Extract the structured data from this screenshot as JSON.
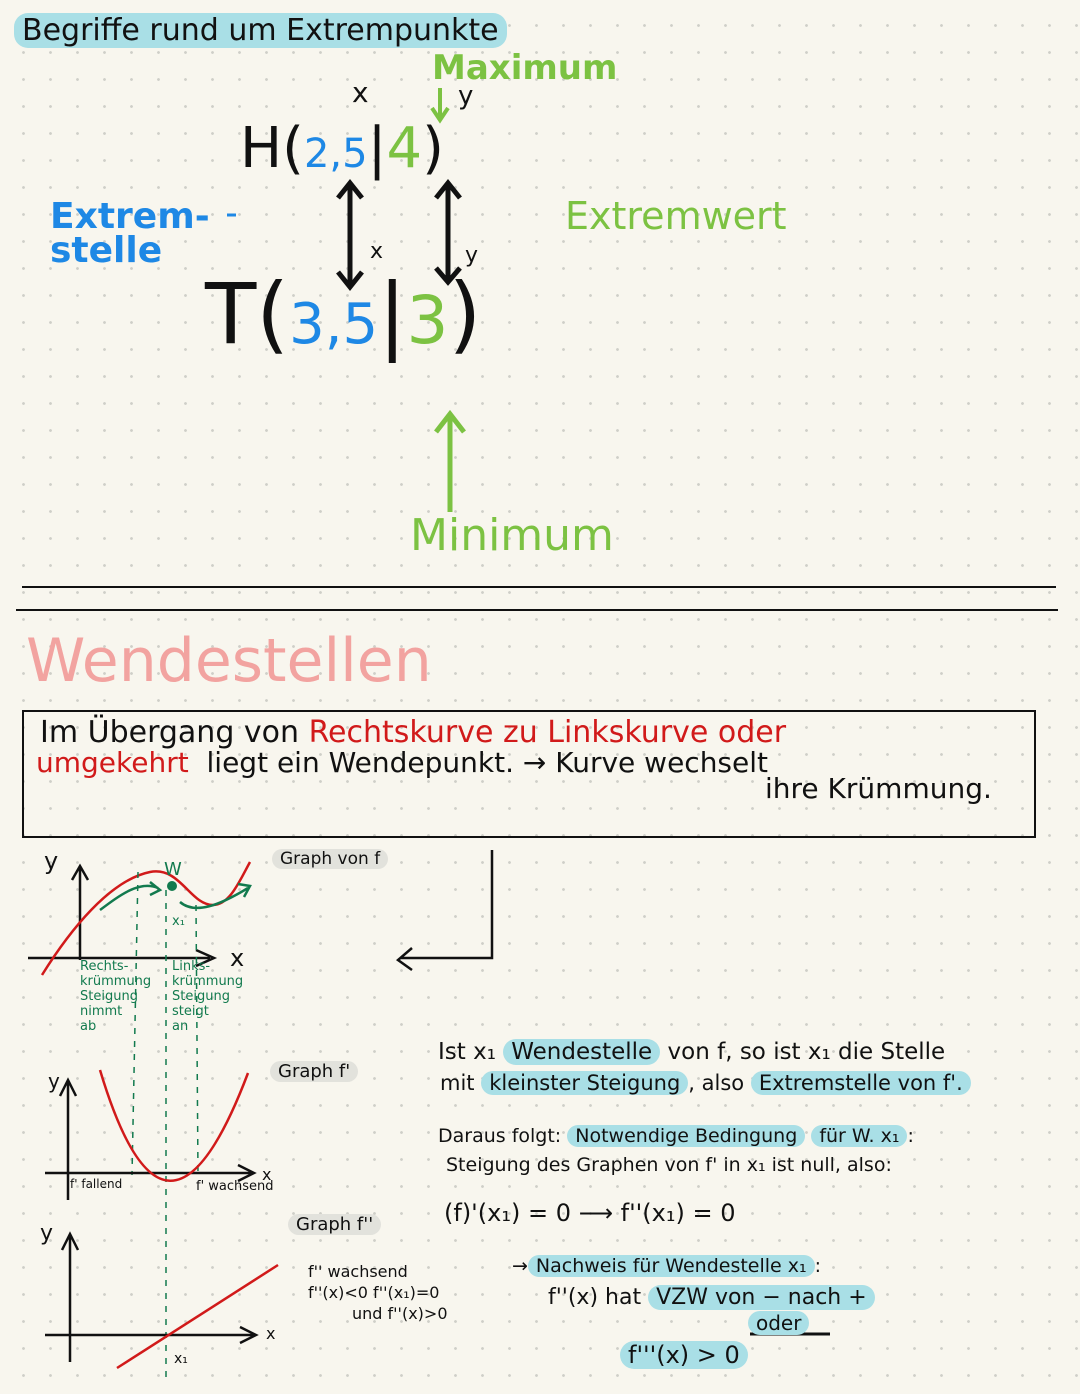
{
  "top": {
    "title": "Begriffe rund um Extrempunkte",
    "maximum": "Maximum",
    "minimum": "Minimum",
    "x_label_h": "x",
    "y_label_h": "y",
    "x_label_t": "x",
    "y_label_t": "y",
    "h_point": {
      "name": "H(",
      "x": "2,5",
      "sep": "|",
      "y": "4",
      "close": ")"
    },
    "t_point": {
      "name": "T(",
      "x": "3,5",
      "sep": "|",
      "y": "3",
      "close": ")"
    },
    "extremstelle": [
      "Extrem-",
      "stelle"
    ],
    "extremwert": "Extremwert"
  },
  "wende": {
    "title": "Wendestellen",
    "box_line1_black": "Im Übergang von",
    "box_line1_red": "Rechtskurve zu Linkskurve oder",
    "box_line2_red": "umgekehrt",
    "box_line2_black": "liegt ein Wendepunkt. → Kurve wechselt",
    "box_line3": "ihre Krümmung."
  },
  "graphs": {
    "f": {
      "label": "Graph von f",
      "y": "y",
      "x": "x",
      "w": "W",
      "x1": "x₁",
      "left_note": [
        "Rechts-",
        "krümmung",
        "Steigung",
        "nimmt",
        "ab"
      ],
      "right_note": [
        "Links-",
        "krümmung",
        "Steigung",
        "steigt",
        "an"
      ]
    },
    "f1": {
      "label": "Graph f'",
      "y": "y",
      "x": "x",
      "falling": "f' fallend",
      "rising": "f' wachsend"
    },
    "f2": {
      "label": "Graph f''",
      "y": "y",
      "x": "x",
      "x1": "x₁",
      "notes": [
        "f'' wachsend",
        "f''(x)<0  f''(x₁)=0",
        "und f''(x)>0"
      ]
    }
  },
  "right_text": {
    "p1_a": "Ist x₁",
    "p1_hl1": "Wendestelle",
    "p1_b": "von f, so ist x₁ die Stelle",
    "p1_c": "mit",
    "p1_hl2": "kleinster Steigung",
    "p1_d": ", also",
    "p1_hl3": "Extremstelle von f'.",
    "p2_a": "Daraus folgt:",
    "p2_hl1": "Notwendige Bedingung",
    "p2_hl2": "für W. x₁",
    "p2_b": ":",
    "p2_c": "Steigung des Graphen von f' in x₁ ist null, also:",
    "eq": "(f)'(x₁) = 0  ⟶  f''(x₁) = 0",
    "proof_arrow": "→",
    "proof_hl": "Nachweis für Wendestelle x₁",
    "proof_colon": ":",
    "vzw_a": "f''(x) hat",
    "vzw_hl": "VZW von  −  nach +",
    "oder": "oder",
    "f3": "f'''(x) > 0"
  },
  "colors": {
    "blue": "#1e88e5",
    "green": "#7cc242",
    "red": "#d11a1a",
    "dark_green": "#127a4e",
    "highlight": "#a9dfe6",
    "pink": "#f2a3a0"
  }
}
